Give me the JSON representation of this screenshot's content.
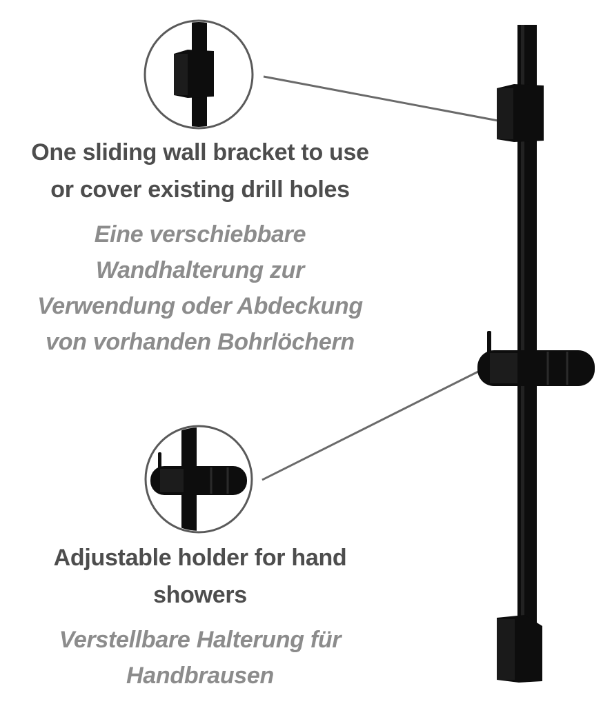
{
  "features": [
    {
      "en": [
        "One sliding wall bracket to use",
        "or cover existing drill holes"
      ],
      "de": [
        "Eine verschiebbare",
        "Wandhalterung zur",
        "Verwendung oder Abdeckung",
        "von vorhanden Bohrlöchern"
      ]
    },
    {
      "en": [
        "Adjustable holder for hand",
        "showers"
      ],
      "de": [
        "Verstellbare Halterung für",
        "Handbrausen"
      ]
    }
  ],
  "colors": {
    "product": "#0d0d0d",
    "english_text": "#4d4d4d",
    "german_text": "#8c8c8c",
    "circle_outline": "#5a5a5a",
    "leader_line": "#6a6a6a"
  },
  "icons": [
    "wall-bracket-detail",
    "hand-shower-holder-detail",
    "shower-rail"
  ]
}
